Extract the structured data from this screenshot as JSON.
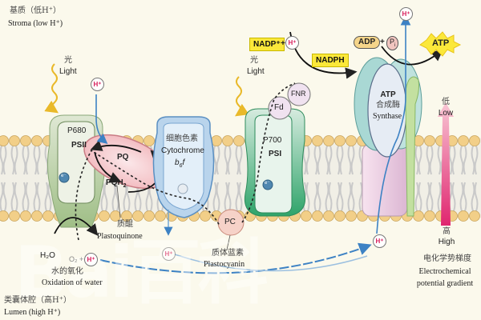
{
  "stroma": {
    "zh": "基质（低H⁺）",
    "en": "Stroma (low H⁺)"
  },
  "lumen": {
    "zh": "类囊体腔（高H⁺）",
    "en": "Lumen (high H⁺)"
  },
  "light": {
    "zh": "光",
    "en": "Light"
  },
  "psii": {
    "name": "P680",
    "label": "PSII",
    "electron": "e⁻"
  },
  "psi": {
    "name": "P700",
    "label": "PSI",
    "electron": "e⁻"
  },
  "plastoquinone": {
    "pq": "PQ",
    "pqh2": "PQH",
    "pqh2_sub": "2",
    "zh": "质醌",
    "en": "Plastoquinone"
  },
  "cytochrome": {
    "zh": "细胞色素",
    "en": "Cytochrome",
    "b": "b",
    "sub": "6",
    "f": "f"
  },
  "plastocyanin": {
    "abbr": "PC",
    "zh": "质体蓝素",
    "en": "Plastocyanin"
  },
  "fd": "Fd",
  "fnr": "FNR",
  "nadp": {
    "reactant": "NADP⁺",
    "plus": "+",
    "product": "NADPH"
  },
  "atp": {
    "adp": "ADP",
    "plus": "+",
    "pi": "P",
    "pi_sub": "i",
    "product": "ATP"
  },
  "atp_synthase": {
    "en1": "ATP",
    "zh": "合成酶",
    "en2": "Synthase"
  },
  "water": {
    "h2o": "H₂O",
    "products": "O₂ +",
    "zh": "水的氧化",
    "en": "Oxidation of water"
  },
  "h_ion": "H⁺",
  "gradient": {
    "low_zh": "低",
    "low_en": "Low",
    "high_zh": "高",
    "high_en": "High",
    "zh": "电化学势梯度",
    "en1": "Electrochemical",
    "en2": "potential gradient"
  },
  "watermark": "Bai百科",
  "colors": {
    "background": "#fbf9ec",
    "lipid_head": "#f2cf88",
    "psii_green": "#b8cfa3",
    "psi_green": "#3fae78",
    "cytochrome_blue": "#b9d4ec",
    "pq_pink": "#f6c9cc",
    "atp_pink": "#efd3e6",
    "atp_teal": "#a9d8d4",
    "gradient_magenta": "#e0256f",
    "h_red": "#d81e5b",
    "highlight_yellow": "#fbe83a",
    "proton_blue": "#3d82c4"
  }
}
